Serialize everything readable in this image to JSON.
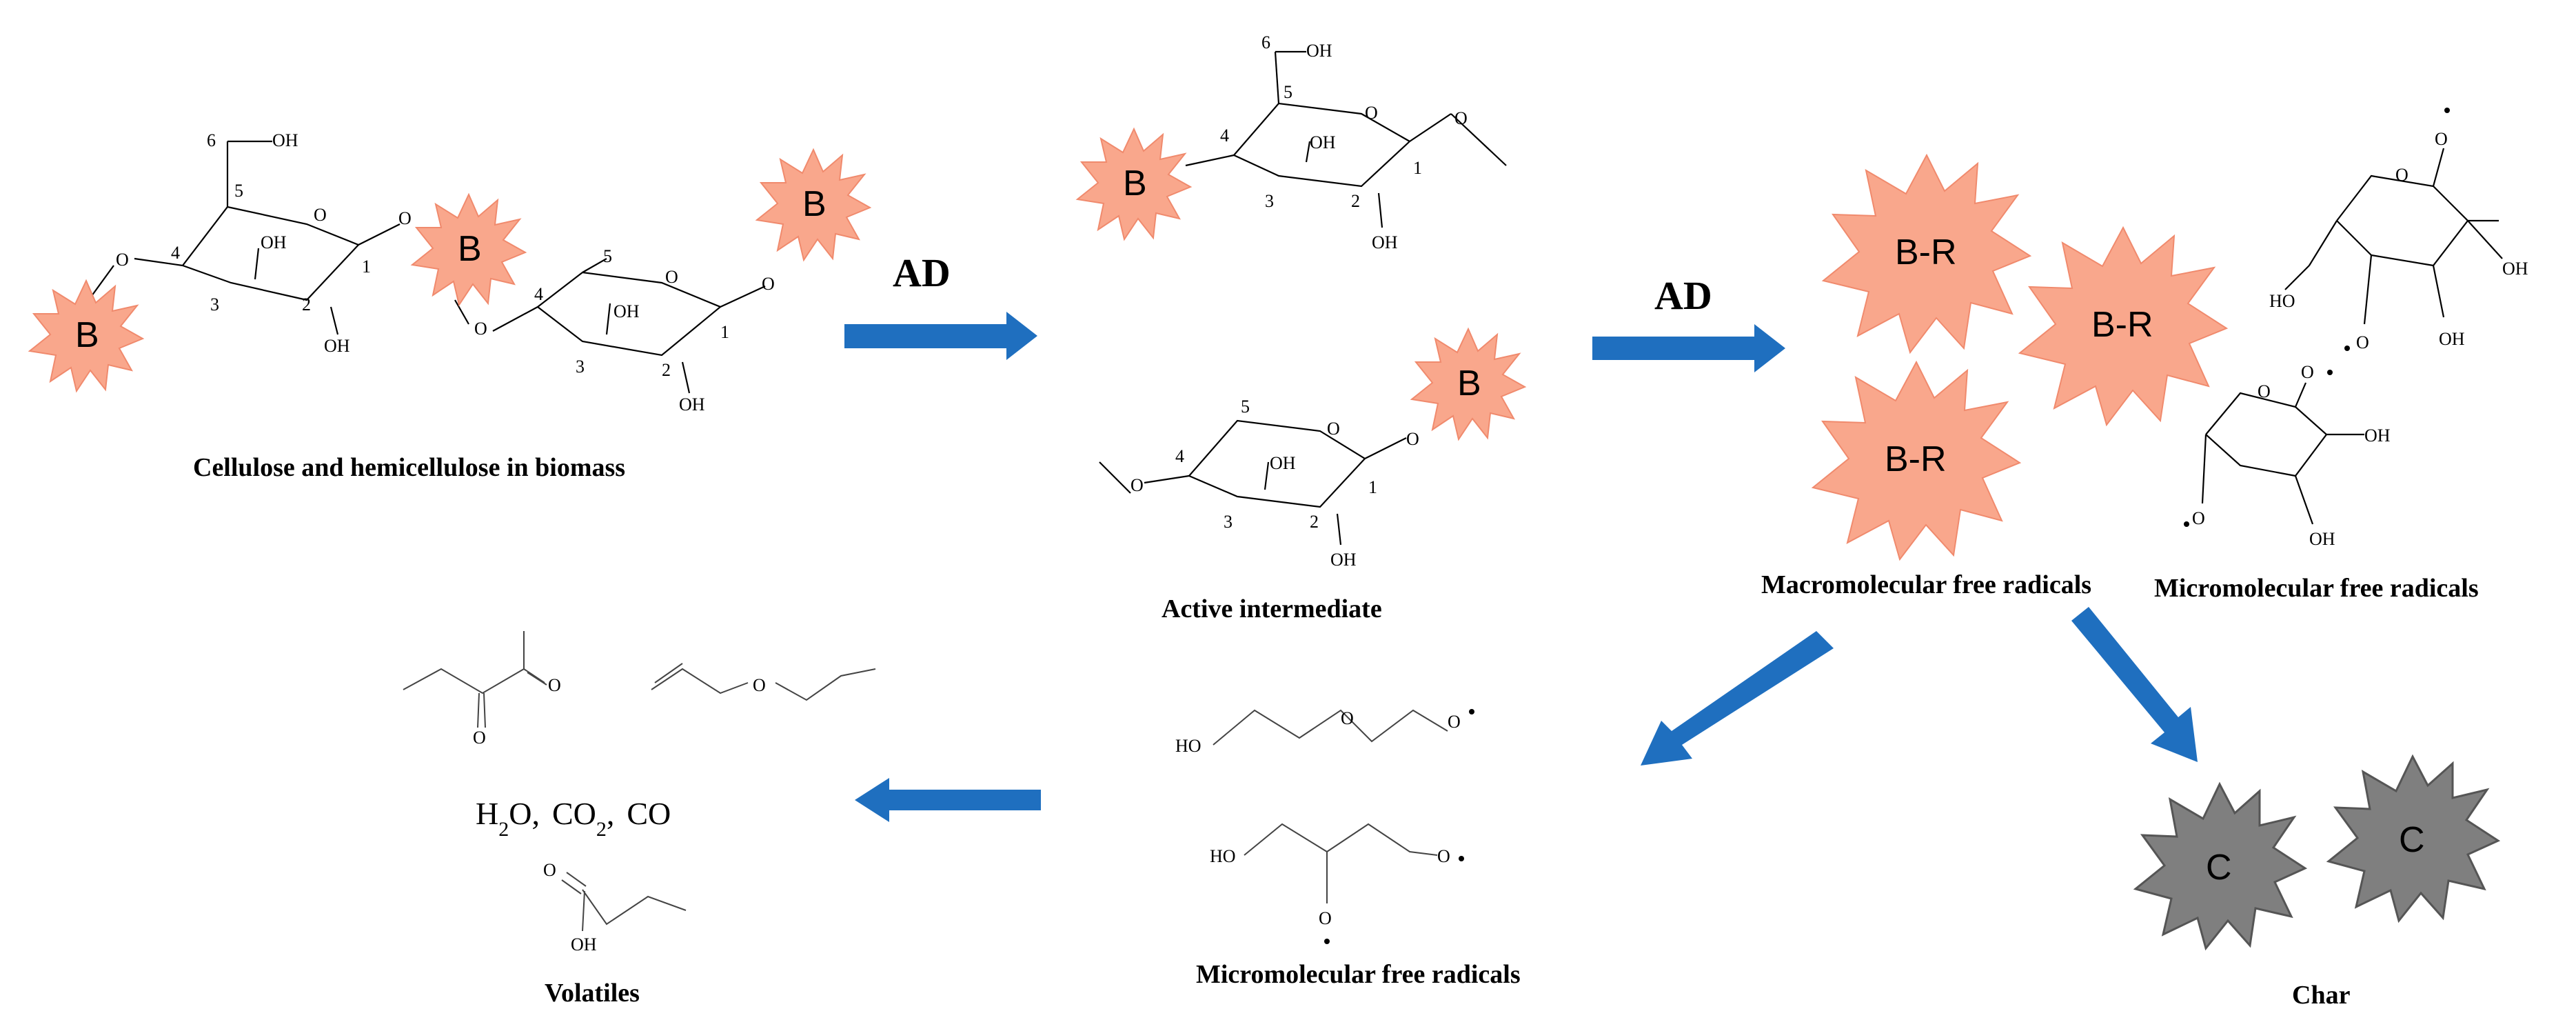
{
  "captions": {
    "cellulose": "Cellulose and hemicellulose in biomass",
    "active": "Active intermediate",
    "macro": "Macromolecular free radicals",
    "micro_top": "Micromolecular free radicals",
    "micro_bottom": "Micromolecular free radicals",
    "volatiles": "Volatiles",
    "char": "Char"
  },
  "arrow_labels": {
    "ad1": "AD",
    "ad2": "AD"
  },
  "burst_labels": {
    "b": "B",
    "br": "B-R",
    "c": "C"
  },
  "ring_numbers": [
    "1",
    "2",
    "3",
    "4",
    "5",
    "6"
  ],
  "groups": {
    "oh": "OH",
    "ho": "HO",
    "o": "O"
  },
  "volatile_formula": {
    "h2o": "H",
    "h2o_sub": "2",
    "h2o_rest": "O,",
    "co2": "CO",
    "co2_sub": "2",
    "co2_rest": ",",
    "co": "CO"
  },
  "colors": {
    "burst_b": "#f9a78c",
    "burst_c": "#7f7f7f",
    "arrow": "#1f6fbf"
  }
}
